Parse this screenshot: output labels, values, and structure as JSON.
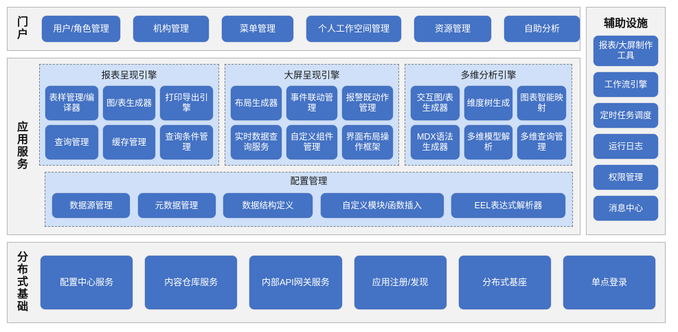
{
  "portal": {
    "label": "门户",
    "items": [
      {
        "label": "用户/角色管理"
      },
      {
        "label": "机构管理"
      },
      {
        "label": "菜单管理"
      },
      {
        "label": "个人工作空间管理"
      },
      {
        "label": "资源管理"
      },
      {
        "label": "自助分析"
      }
    ]
  },
  "app_services": {
    "label": "应用服务",
    "engines": [
      {
        "title": "报表呈现引擎",
        "items": [
          {
            "label": "表样管理/编译器"
          },
          {
            "label": "图/表生成器"
          },
          {
            "label": "打印导出引擎"
          },
          {
            "label": "查询管理"
          },
          {
            "label": "缓存管理"
          },
          {
            "label": "查询条件管理"
          }
        ]
      },
      {
        "title": "大屏呈现引擎",
        "items": [
          {
            "label": "布局生成器"
          },
          {
            "label": "事件联动管理"
          },
          {
            "label": "报警既动作管理"
          },
          {
            "label": "实时数据查询服务"
          },
          {
            "label": "自定义组件管理"
          },
          {
            "label": "界面布局操作框架"
          }
        ]
      },
      {
        "title": "多维分析引擎",
        "items": [
          {
            "label": "交互图/表生成器"
          },
          {
            "label": "维度树生成"
          },
          {
            "label": "图表智能映射"
          },
          {
            "label": "MDX语法生成器"
          },
          {
            "label": "多维模型解析"
          },
          {
            "label": "多维查询管理"
          }
        ]
      }
    ],
    "config": {
      "title": "配置管理",
      "items": [
        {
          "label": "数据源管理"
        },
        {
          "label": "元数据管理"
        },
        {
          "label": "数据结构定义"
        },
        {
          "label": "自定义模块/函数插入"
        },
        {
          "label": "EEL表达式解析器"
        }
      ]
    }
  },
  "distributed": {
    "label": "分布式基础",
    "items": [
      {
        "label": "配置中心服务"
      },
      {
        "label": "内容仓库服务"
      },
      {
        "label": "内部API网关服务"
      },
      {
        "label": "应用注册/发现"
      },
      {
        "label": "分布式基座"
      },
      {
        "label": "单点登录"
      }
    ]
  },
  "aux": {
    "title": "辅助设施",
    "items": [
      {
        "label": "报表/大屏制作工具"
      },
      {
        "label": "工作流引擎"
      },
      {
        "label": "定时任务调度"
      },
      {
        "label": "运行日志"
      },
      {
        "label": "权限管理"
      },
      {
        "label": "消息中心"
      }
    ]
  },
  "colors": {
    "button_blue": "#4472c4",
    "panel_blue": "#cfe0f8",
    "band_gray": "#f2f2f2",
    "border_gray": "#b4b4b4",
    "dash_gray": "#808080"
  }
}
